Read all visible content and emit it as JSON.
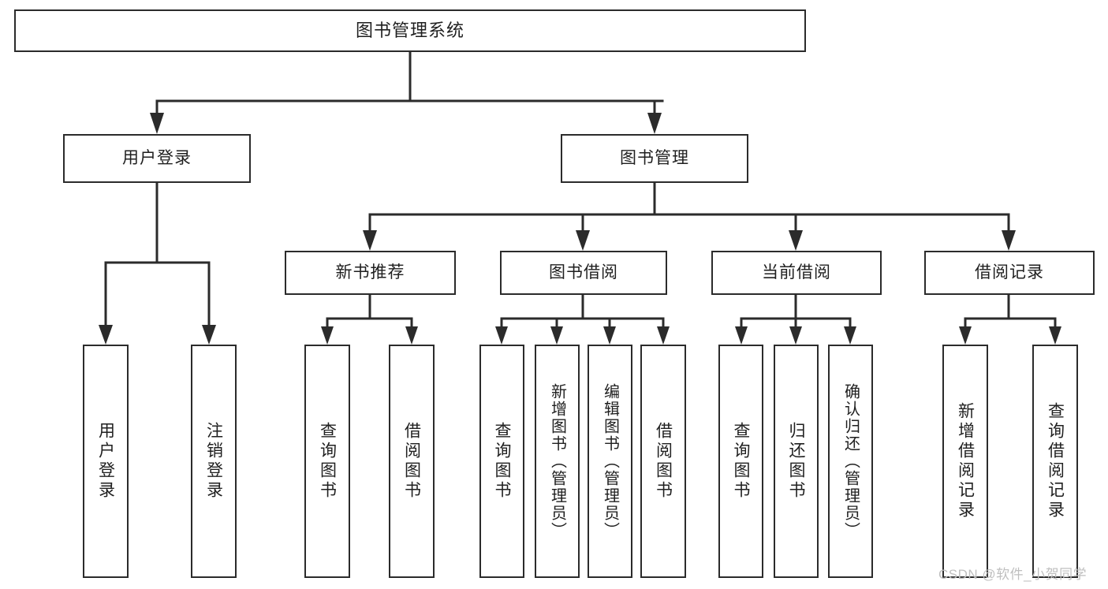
{
  "diagram": {
    "title": "图书管理系统",
    "type": "tree-hierarchy-chart",
    "root": {
      "label": "图书管理系统"
    },
    "level2": [
      {
        "label": "用户登录"
      },
      {
        "label": "图书管理"
      }
    ],
    "level3": [
      {
        "label": "新书推荐"
      },
      {
        "label": "图书借阅"
      },
      {
        "label": "当前借阅"
      },
      {
        "label": "借阅记录"
      }
    ],
    "leaves": {
      "user_login": [
        {
          "label": "用户登录"
        },
        {
          "label": "注销登录"
        }
      ],
      "new_book": [
        {
          "label": "查询图书"
        },
        {
          "label": "借阅图书"
        }
      ],
      "book_borrow": [
        {
          "label": "查询图书"
        },
        {
          "label": "新增图书（管理员）"
        },
        {
          "label": "编辑图书（管理员）"
        },
        {
          "label": "借阅图书"
        }
      ],
      "current_borrow": [
        {
          "label": "查询图书"
        },
        {
          "label": "归还图书"
        },
        {
          "label": "确认归还（管理员）"
        }
      ],
      "borrow_record": [
        {
          "label": "新增借阅记录"
        },
        {
          "label": "查询借阅记录"
        }
      ]
    }
  },
  "watermark": {
    "text": "CSDN @软件_小贺同学"
  },
  "colors": {
    "stroke": "#2b2b2b",
    "background": "#ffffff",
    "text": "#1f1f1f",
    "watermark": "#bfbfbf"
  }
}
